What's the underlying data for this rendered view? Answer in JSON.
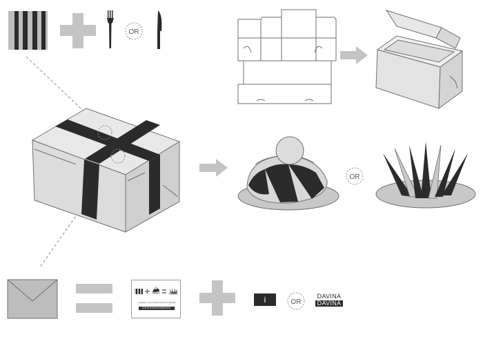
{
  "colors": {
    "dark": "#2b2b2b",
    "mid": "#bdbdbd",
    "light": "#dcdcdc",
    "line": "#6e6e6e",
    "dash": "#8c8c8c"
  },
  "icons": {
    "stripes": "striped-ribbon-swatch-icon",
    "plus": "plus-icon",
    "fork": "fork-icon",
    "knife": "knife-icon",
    "box_net": "box-template-net-icon",
    "open_box": "open-box-icon",
    "gift_box": "ribbon-wrapped-box-icon",
    "cupcake": "swirl-cupcake-icon",
    "tulip": "tulip-cupcake-icon",
    "envelope": "envelope-icon",
    "equals": "equals-icon"
  },
  "labels": {
    "or_utensils": "OR",
    "or_cupcakes": "OR",
    "or_logos": "OR"
  },
  "card": {
    "caption": "Instagram your bundle using the hashtag",
    "banner": "#HIGHFASHIONBAKES"
  },
  "logos": {
    "i_mark": "i",
    "word_top": "DAVINA",
    "word_bottom": "DAVINA"
  }
}
